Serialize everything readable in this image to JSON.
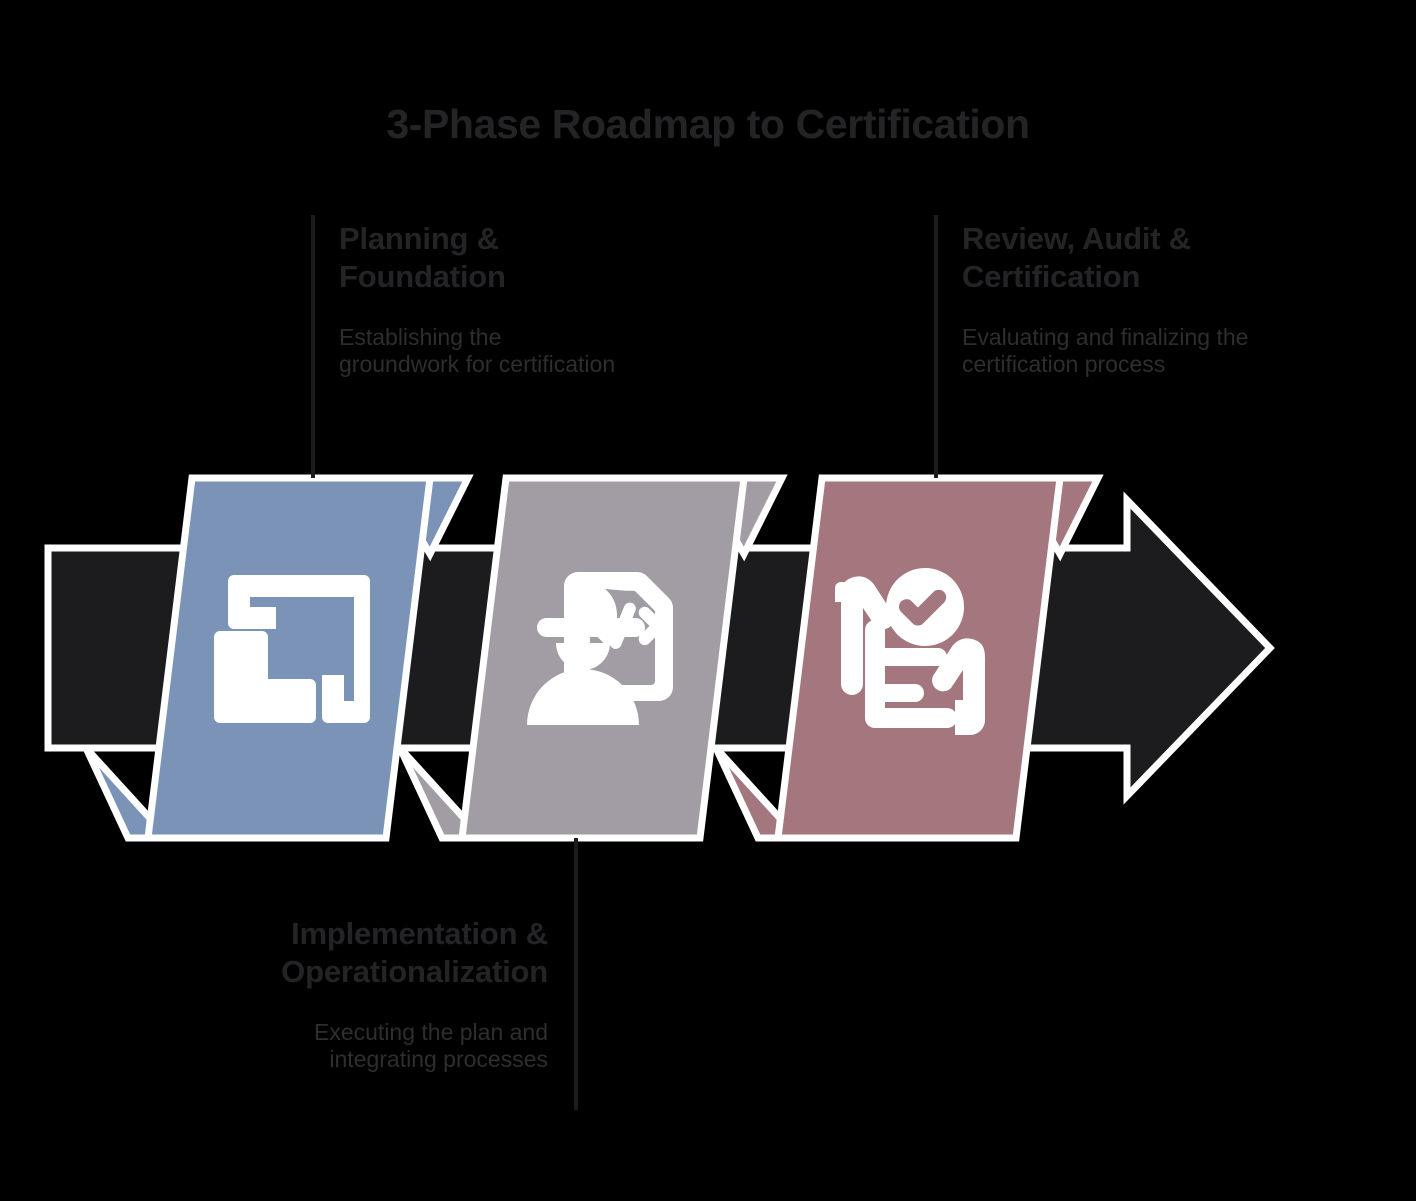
{
  "page": {
    "title": "3-Phase Roadmap to Certification",
    "background_color": "#000000",
    "arrow_color": "#1c1c1e",
    "outline_color": "#ffffff",
    "title_color": "#242427",
    "text_color": "#2e2e31"
  },
  "phases": [
    {
      "index": "1",
      "title": "Planning & Foundation",
      "title_line1": "Planning &",
      "title_line2": "Foundation",
      "description": "Establishing the groundwork for certification",
      "desc_line1": "Establishing the",
      "desc_line2": "groundwork for certification",
      "color": "#7c93b8",
      "icon": "blueprint-planning-icon",
      "label_position": "above",
      "label_align": "left"
    },
    {
      "index": "2",
      "title": "Implementation & Operationalization",
      "title_line1": "Implementation &",
      "title_line2": "Operationalization",
      "description": "Executing the plan and integrating processes",
      "desc_line1": "Executing the plan and",
      "desc_line2": "integrating processes",
      "color": "#a29ca5",
      "icon": "engineer-code-document-icon",
      "label_position": "below",
      "label_align": "right"
    },
    {
      "index": "3",
      "title": "Review, Audit & Certification",
      "title_line1": "Review, Audit &",
      "title_line2": "Certification",
      "description": "Evaluating and finalizing the certification process",
      "desc_line1": "Evaluating and finalizing the",
      "desc_line2": "certification process",
      "color": "#a4777f",
      "icon": "hands-checklist-approved-icon",
      "label_position": "above",
      "label_align": "left"
    }
  ]
}
